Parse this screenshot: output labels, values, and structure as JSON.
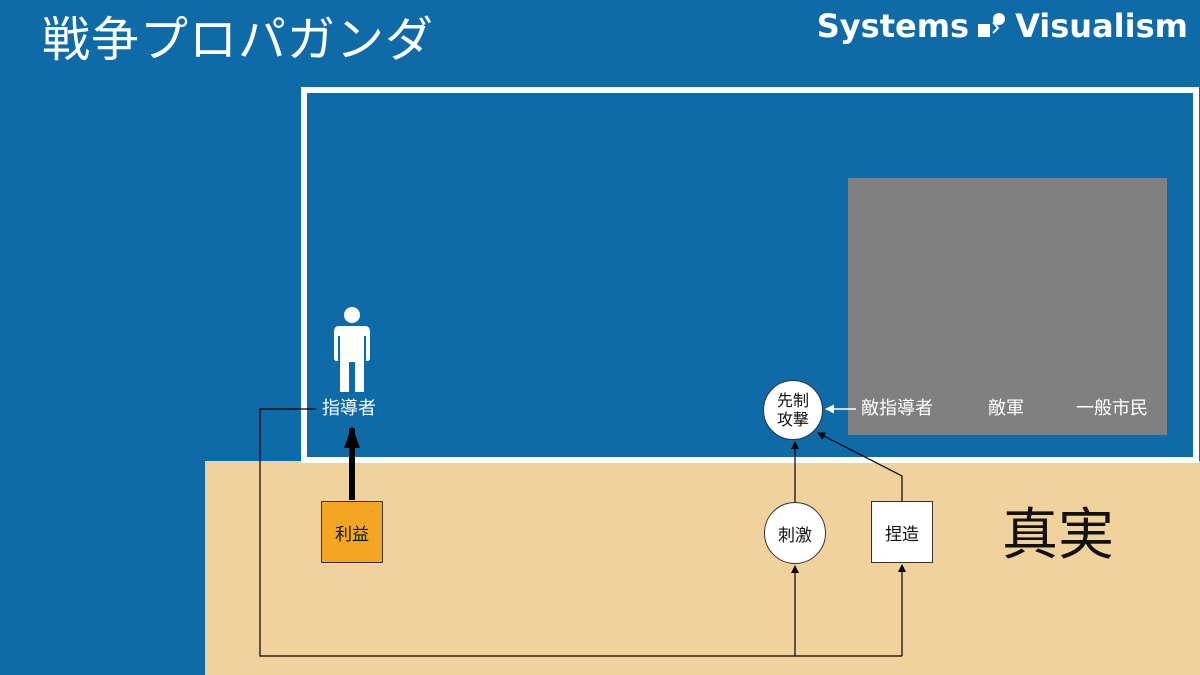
{
  "header": {
    "title": "戦争プロパガンダ",
    "brand_left": "Systems",
    "brand_right": "Visualism",
    "brand_icon": "systems-visualism-logo-icon"
  },
  "scene": {
    "leader_icon": "person-icon",
    "leader_label": "指導者",
    "enemy_labels": [
      "敵指導者",
      "敵軍",
      "一般市民"
    ],
    "preemptive_strike_line1": "先制",
    "preemptive_strike_line2": "攻撃"
  },
  "truth_area": {
    "label": "真実",
    "interest": "利益",
    "stimulus": "刺激",
    "fabrication": "捏造"
  },
  "colors": {
    "background_blue": "#0F6AA8",
    "sand": "#F2D29C",
    "enemy_gray": "#808080",
    "interest_orange": "#F2A623"
  }
}
